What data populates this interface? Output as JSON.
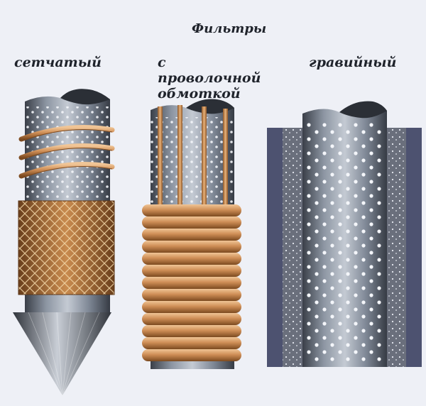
{
  "title": "Фильтры",
  "filters": [
    {
      "label": "сетчатый",
      "kind": "mesh"
    },
    {
      "label": "с проволочной обмоткой",
      "kind": "wire-wound"
    },
    {
      "label": "гравийный",
      "kind": "gravel"
    }
  ],
  "colors": {
    "pipe": "#7f8794",
    "copper": "#c8874d",
    "copper_dark": "#8e5628",
    "gravel_wall": "#4d5270"
  }
}
